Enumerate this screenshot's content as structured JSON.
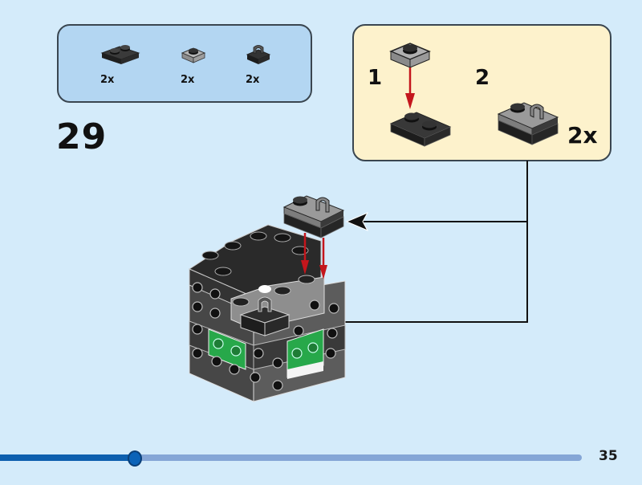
{
  "step": {
    "number": "29"
  },
  "page": {
    "number": "35"
  },
  "progress": {
    "fraction": 0.23
  },
  "parts_list": {
    "items": [
      {
        "name": "plate-1x2",
        "color": "black",
        "count": "2x"
      },
      {
        "name": "plate-1x1",
        "color": "light-gray",
        "count": "2x"
      },
      {
        "name": "plate-1x1-with-clip",
        "color": "black",
        "count": "2x"
      }
    ]
  },
  "sub_assembly": {
    "steps": [
      {
        "number": "1"
      },
      {
        "number": "2"
      }
    ],
    "multiplier": "2x"
  },
  "colors": {
    "background": "#d4ebfa",
    "parts_box": "#b3d6f2",
    "sub_box": "#fdf2cc",
    "arrow_red": "#c4161c",
    "progress_fill": "#0d5fae",
    "progress_track": "#85a6d6"
  }
}
